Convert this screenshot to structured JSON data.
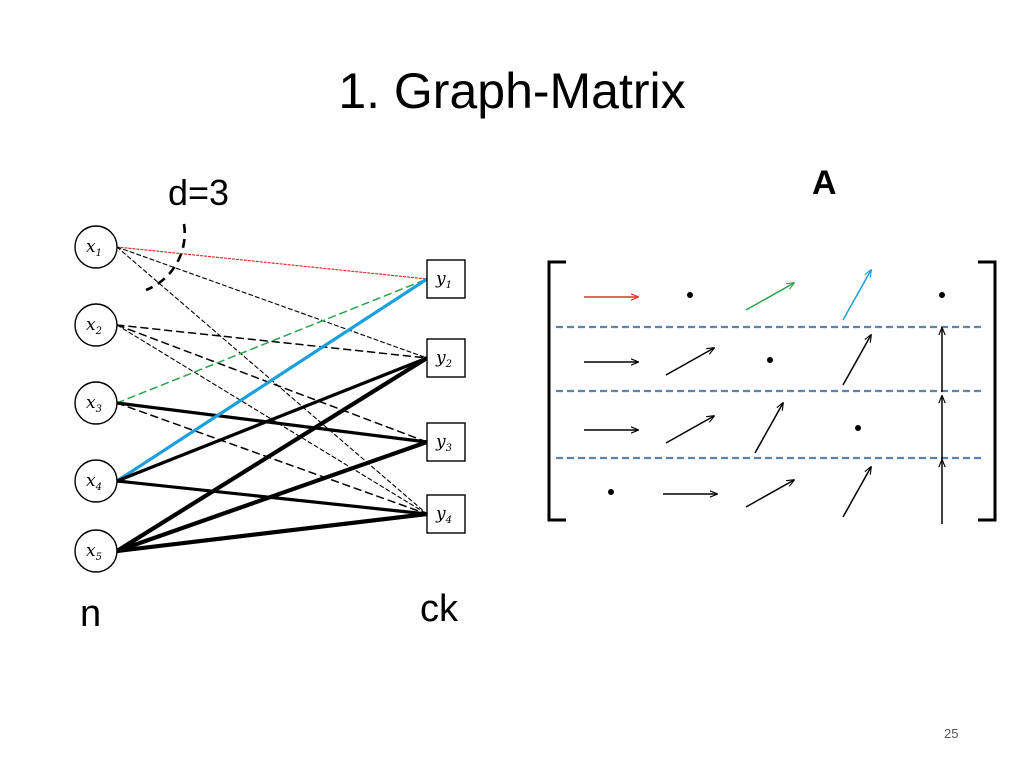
{
  "slide": {
    "title": "1. Graph-Matrix",
    "degree_label": "d=3",
    "matrix_label": "A",
    "left_size_label": "n",
    "right_size_label": "ck",
    "page_number": "25"
  },
  "graph": {
    "left_nodes": [
      {
        "id": "x1",
        "letter": "x",
        "sub": "1"
      },
      {
        "id": "x2",
        "letter": "x",
        "sub": "2"
      },
      {
        "id": "x3",
        "letter": "x",
        "sub": "3"
      },
      {
        "id": "x4",
        "letter": "x",
        "sub": "4"
      },
      {
        "id": "x5",
        "letter": "x",
        "sub": "5"
      }
    ],
    "right_nodes": [
      {
        "id": "y1",
        "letter": "y",
        "sub": "1"
      },
      {
        "id": "y2",
        "letter": "y",
        "sub": "2"
      },
      {
        "id": "y3",
        "letter": "y",
        "sub": "3"
      },
      {
        "id": "y4",
        "letter": "y",
        "sub": "4"
      }
    ],
    "edges": [
      {
        "from": "x1",
        "to": "y1",
        "style": "dotted",
        "color": "#e0302a"
      },
      {
        "from": "x1",
        "to": "y2",
        "style": "fine-dash",
        "color": "#000000"
      },
      {
        "from": "x1",
        "to": "y4",
        "style": "fine-dash",
        "color": "#000000"
      },
      {
        "from": "x2",
        "to": "y2",
        "style": "dash",
        "color": "#000000"
      },
      {
        "from": "x2",
        "to": "y3",
        "style": "dash",
        "color": "#000000"
      },
      {
        "from": "x2",
        "to": "y4",
        "style": "fine-dash",
        "color": "#000000"
      },
      {
        "from": "x3",
        "to": "y1",
        "style": "dash",
        "color": "#2aa34a"
      },
      {
        "from": "x3",
        "to": "y3",
        "style": "thick",
        "color": "#000000"
      },
      {
        "from": "x3",
        "to": "y4",
        "style": "dash",
        "color": "#000000"
      },
      {
        "from": "x4",
        "to": "y1",
        "style": "blue",
        "color": "#1aa0dc"
      },
      {
        "from": "x4",
        "to": "y2",
        "style": "thick",
        "color": "#000000"
      },
      {
        "from": "x4",
        "to": "y4",
        "style": "thick",
        "color": "#000000"
      },
      {
        "from": "x5",
        "to": "y2",
        "style": "heavy",
        "color": "#000000"
      },
      {
        "from": "x5",
        "to": "y3",
        "style": "heavy",
        "color": "#000000"
      },
      {
        "from": "x5",
        "to": "y4",
        "style": "heavy",
        "color": "#000000"
      }
    ]
  },
  "matrix": {
    "rows": 4,
    "cols": 5,
    "row_separator_color": "#5b82b0",
    "cells": [
      [
        {
          "kind": "arrow",
          "dir": "right",
          "color": "#e0302a"
        },
        {
          "kind": "dot"
        },
        {
          "kind": "arrow",
          "dir": "up-right",
          "color": "#2aa34a"
        },
        {
          "kind": "arrow",
          "dir": "steep",
          "color": "#1aa0dc"
        },
        {
          "kind": "dot"
        }
      ],
      [
        {
          "kind": "arrow",
          "dir": "right",
          "color": "#000000"
        },
        {
          "kind": "arrow",
          "dir": "up-right",
          "color": "#000000"
        },
        {
          "kind": "dot"
        },
        {
          "kind": "arrow",
          "dir": "steep",
          "color": "#000000"
        },
        {
          "kind": "arrow",
          "dir": "up",
          "color": "#000000"
        }
      ],
      [
        {
          "kind": "arrow",
          "dir": "right",
          "color": "#000000"
        },
        {
          "kind": "arrow",
          "dir": "up-right",
          "color": "#000000"
        },
        {
          "kind": "arrow",
          "dir": "steep",
          "color": "#000000"
        },
        {
          "kind": "dot"
        },
        {
          "kind": "arrow",
          "dir": "up",
          "color": "#000000"
        }
      ],
      [
        {
          "kind": "dot"
        },
        {
          "kind": "arrow",
          "dir": "right",
          "color": "#000000"
        },
        {
          "kind": "arrow",
          "dir": "up-right",
          "color": "#000000"
        },
        {
          "kind": "arrow",
          "dir": "steep",
          "color": "#000000"
        },
        {
          "kind": "arrow",
          "dir": "up",
          "color": "#000000"
        }
      ]
    ]
  }
}
